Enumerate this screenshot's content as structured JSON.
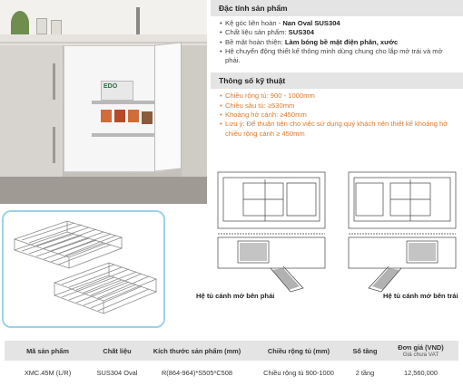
{
  "sections": {
    "features_title": "Đặc tính sản phẩm",
    "features": [
      {
        "text": "Kệ góc liên hoàn - ",
        "strong": "Nan Oval SUS304"
      },
      {
        "text": "Chất liệu sản phẩm: ",
        "strong": "SUS304"
      },
      {
        "text": "Bề mặt hoàn thiện: ",
        "strong": "Làm bóng bề mặt điện phân, xước"
      },
      {
        "text": "Hệ chuyển động thiết kế thông minh dùng chung cho lắp mở trái và mở phải.",
        "strong": ""
      }
    ],
    "specs_title": "Thông số kỹ thuật",
    "specs": [
      "Chiều rộng tủ: 900 - 1000mm",
      "Chiều sâu tủ: ≥530mm",
      "Khoảng hở cánh: ≥450mm",
      "Lưu ý: Để thuận tiện cho việc sử dụng quý khách nên thiết kế khoảng hở chiều rộng cánh ≥ 450mm"
    ]
  },
  "drawings": {
    "right_caption": "Hệ tủ cánh mở bên phải",
    "left_caption": "Hệ tủ cánh mở bên trái"
  },
  "photo": {
    "box_label": "EDO"
  },
  "table": {
    "headers": [
      "Mã sản phẩm",
      "Chất liệu",
      "Kích thước sản phẩm (mm)",
      "Chiều rộng tủ (mm)",
      "Số tầng",
      "Đơn giá (VND)"
    ],
    "price_sub": "Giá chưa VAT",
    "row": [
      "XMC.45M (L/R)",
      "SUS304  Oval",
      "R(864-964)*S505*C508",
      "Chiều rộng tủ 900-1000",
      "2 tầng",
      "12,560,000"
    ]
  }
}
